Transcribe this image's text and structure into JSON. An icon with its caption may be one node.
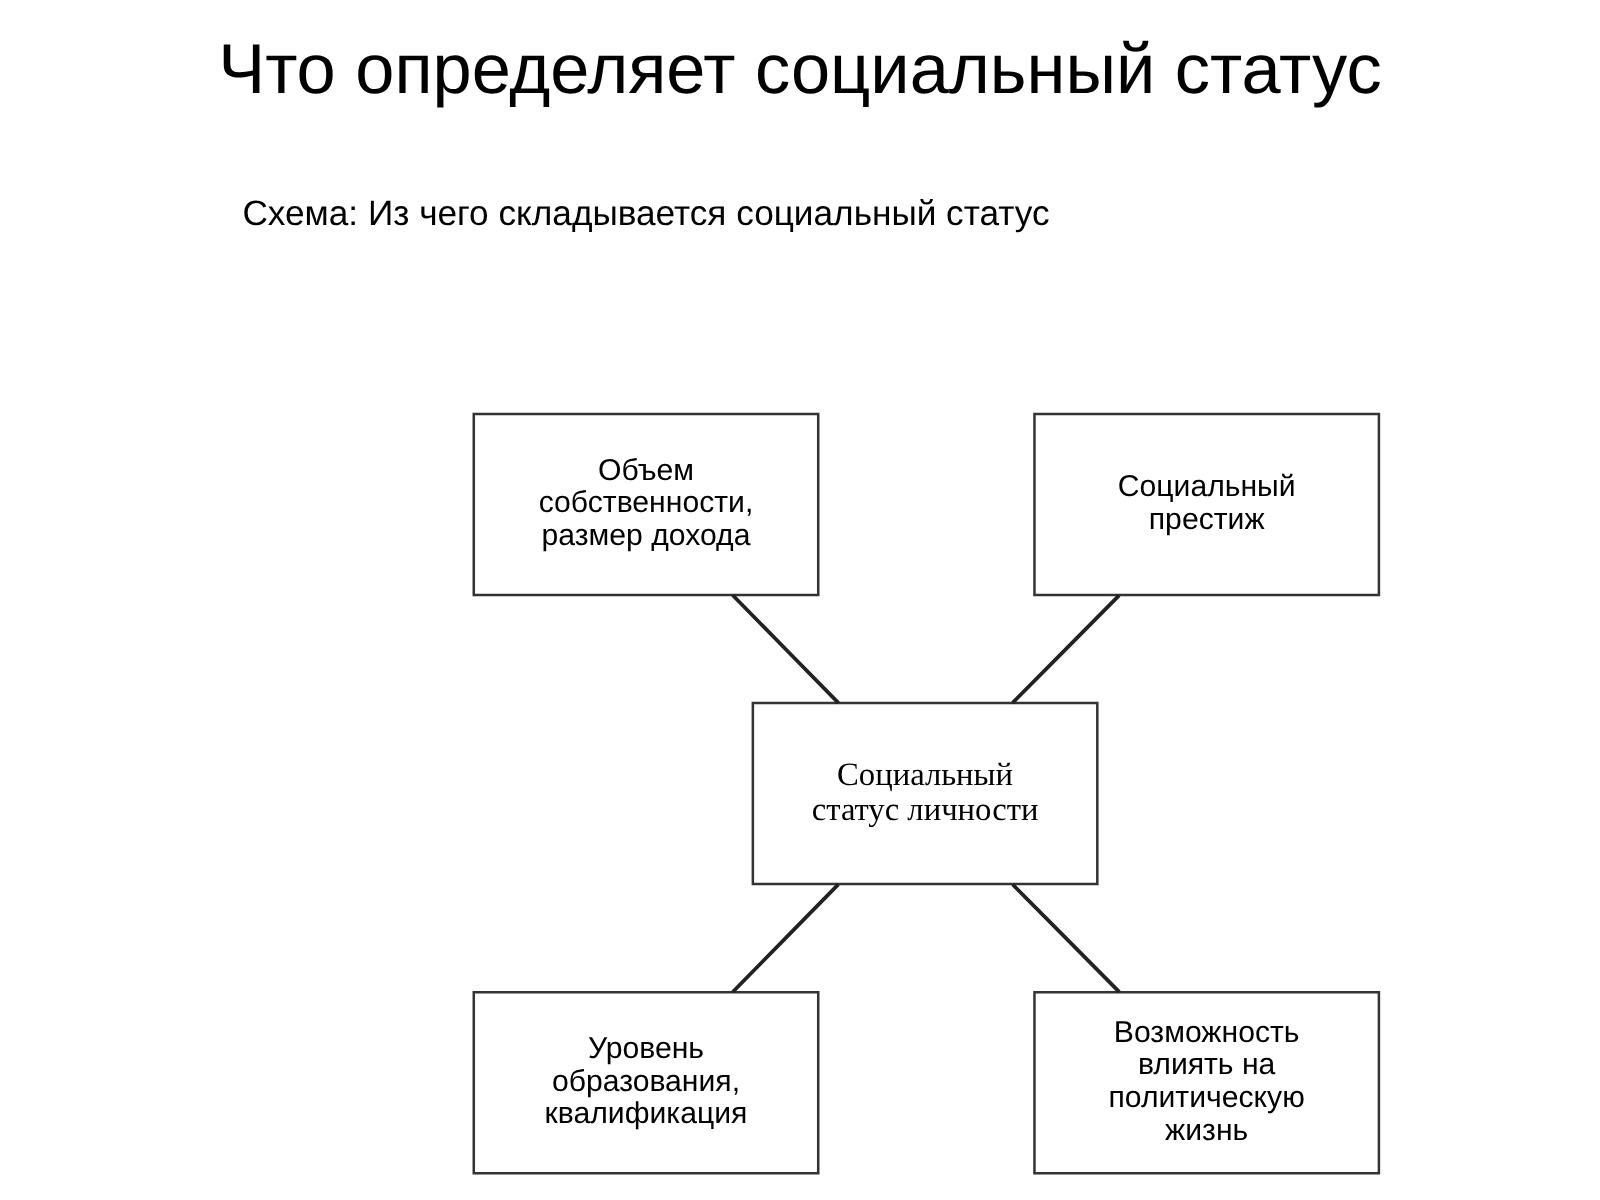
{
  "diagram": {
    "title": "Что определяет социальный статус",
    "nodes": [
      {
        "text": [
          "Объем собственности, размер дохода"
        ]
      },
      {
        "text": [
          "Социальный престиж"
        ]
      },
      {
        "text": [
          "Социальный статус личности"
        ]
      },
      {
        "text": [
          "Уровень образования, квалификация"
        ]
      },
      {
        "text": [
          "Возможность влиять на политическую жизнь"
        ]
      }
    ],
    "edges": [
      {
        "from": 0,
        "to": 2,
        "arrow": "none"
      },
      {
        "from": 1,
        "to": 2,
        "arrow": "none"
      },
      {
        "from": 2,
        "to": 3,
        "arrow": "none"
      },
      {
        "from": 2,
        "to": 4,
        "arrow": "none"
      }
    ],
    "labels": [
      "Схема: Из чего складывается социальный статус"
    ]
  }
}
